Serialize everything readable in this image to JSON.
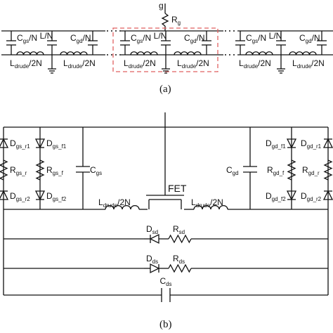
{
  "panel_a": {
    "caption": "(a)",
    "gate": "g",
    "rg": {
      "main": "R",
      "sub": "g"
    },
    "cgs": "C<sub>gs</sub>/N",
    "ln": "L/N",
    "cgd": "C<sub>gd</sub>/N",
    "ldrude": "L<sub>drude</sub>/2N"
  },
  "panel_b": {
    "caption": "(b)",
    "fet_label": "FET",
    "cgs": "C<sub>gs</sub>",
    "cgd": "C<sub>gd</sub>",
    "ldrude": "L<sub>drude</sub>/2N",
    "d_gs_r1": "D<sub>gs_r1</sub>",
    "d_gs_f1": "D<sub>gs_f1</sub>",
    "r_gs_r": "R<sub>gs_r</sub>",
    "r_gs_f": "R<sub>gs_f</sub>",
    "d_gs_r2": "D<sub>gs_r2</sub>",
    "d_gs_f2": "D<sub>gs_f2</sub>",
    "d_gd_f1": "D<sub>gd_f1</sub>",
    "d_gd_r1": "D<sub>gd_r1</sub>",
    "r_gd_f": "R<sub>gd_f</sub>",
    "r_gd_r": "R<sub>gd_r</sub>",
    "d_gd_f2": "D<sub>gd_f2</sub>",
    "d_gd_r2": "D<sub>gd_r2</sub>",
    "dsd": "D<sub>sd</sub>",
    "rsd": "R<sub>sd</sub>",
    "dds": "D<sub>ds</sub>",
    "rds": "R<sub>ds</sub>",
    "cds": "C<sub>ds</sub>"
  }
}
